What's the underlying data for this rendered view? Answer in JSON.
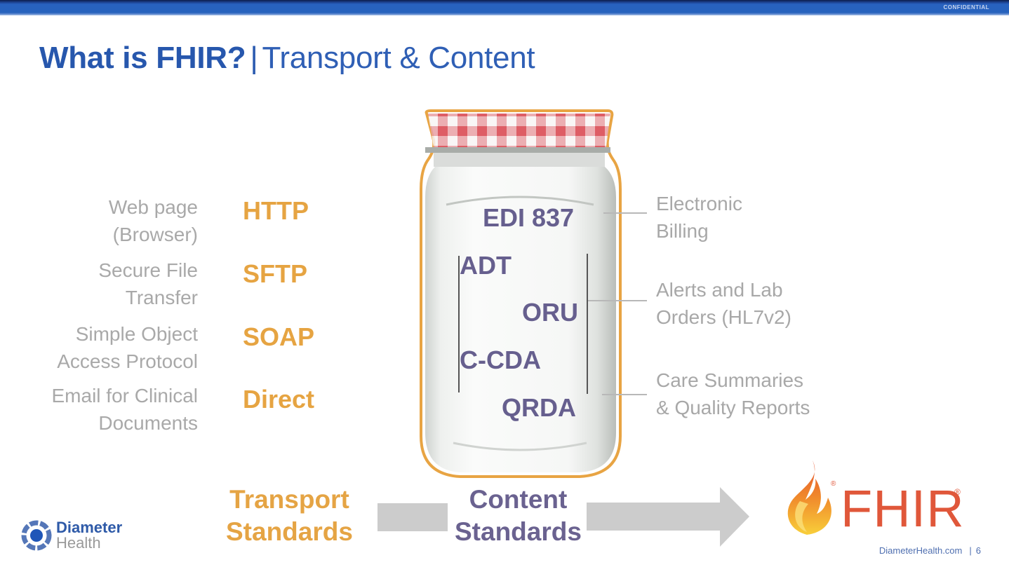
{
  "header": {
    "confidential_label": "CONFIDENTIAL",
    "title_bold": "What is FHIR?",
    "title_separator": "|",
    "title_rest": "Transport & Content"
  },
  "transport": {
    "items": [
      {
        "description_line1": "Web page",
        "description_line2": "(Browser)",
        "protocol": "HTTP"
      },
      {
        "description_line1": "Secure File",
        "description_line2": "Transfer",
        "protocol": "SFTP"
      },
      {
        "description_line1": "Simple Object",
        "description_line2": "Access Protocol",
        "protocol": "SOAP"
      },
      {
        "description_line1": "Email for Clinical",
        "description_line2": "Documents",
        "protocol": "Direct"
      }
    ]
  },
  "jar": {
    "content_standards": [
      "EDI 837",
      "ADT",
      "ORU",
      "C-CDA",
      "QRDA"
    ]
  },
  "content_descriptions": [
    {
      "line1": "Electronic",
      "line2": "Billing"
    },
    {
      "line1": "Alerts and Lab",
      "line2": "Orders (HL7v2)"
    },
    {
      "line1": "Care Summaries",
      "line2": "& Quality Reports"
    }
  ],
  "flow": {
    "transport_line1": "Transport",
    "transport_line2": "Standards",
    "content_line1": "Content",
    "content_line2": "Standards",
    "target": "FHIR",
    "registered_mark": "®"
  },
  "branding": {
    "company_line1": "Diameter",
    "company_line2": "Health",
    "website": "DiameterHealth.com",
    "page_separator": "|",
    "page_number": "6"
  },
  "colors": {
    "title_blue": "#2757ad",
    "transport_orange": "#e6a442",
    "content_purple": "#665f8e",
    "description_gray": "#a9a9a9",
    "fhir_red": "#e0573a",
    "arrow_gray": "#cccccc",
    "topbar_blue": "#2762bd"
  }
}
